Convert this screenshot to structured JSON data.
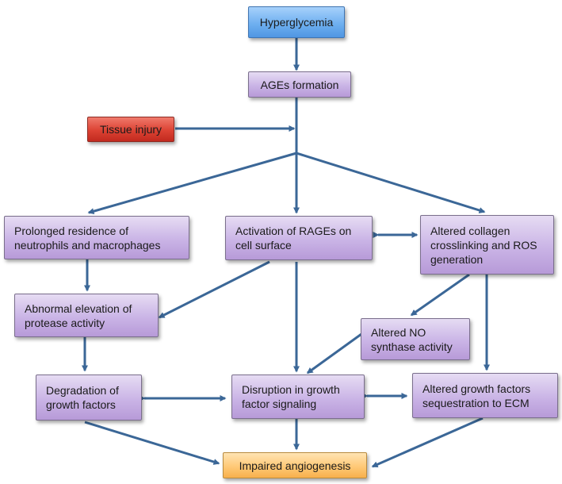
{
  "colors": {
    "arrow": "#3b6797",
    "purple_box": "#c6addf",
    "blue_box": "#6fb0f0",
    "red_box": "#dc4233",
    "orange_box": "#ffc977"
  },
  "nodes": {
    "hyperglycemia": "Hyperglycemia",
    "ages_formation": "AGEs formation",
    "tissue_injury": "Tissue injury",
    "prolonged_residence": "Prolonged residence of neutrophils and macrophages",
    "activation_rages": "Activation of RAGEs on cell surface",
    "altered_collagen": "Altered collagen crosslinking and ROS generation",
    "protease_activity": "Abnormal elevation of protease activity",
    "altered_no_synthase": "Altered NO synthase activity",
    "degradation_growth_factors": "Degradation of growth factors",
    "disruption_signaling": "Disruption in growth factor signaling",
    "altered_sequestration": "Altered growth factors sequestration to ECM",
    "impaired_angiogenesis": "Impaired angiogenesis"
  }
}
